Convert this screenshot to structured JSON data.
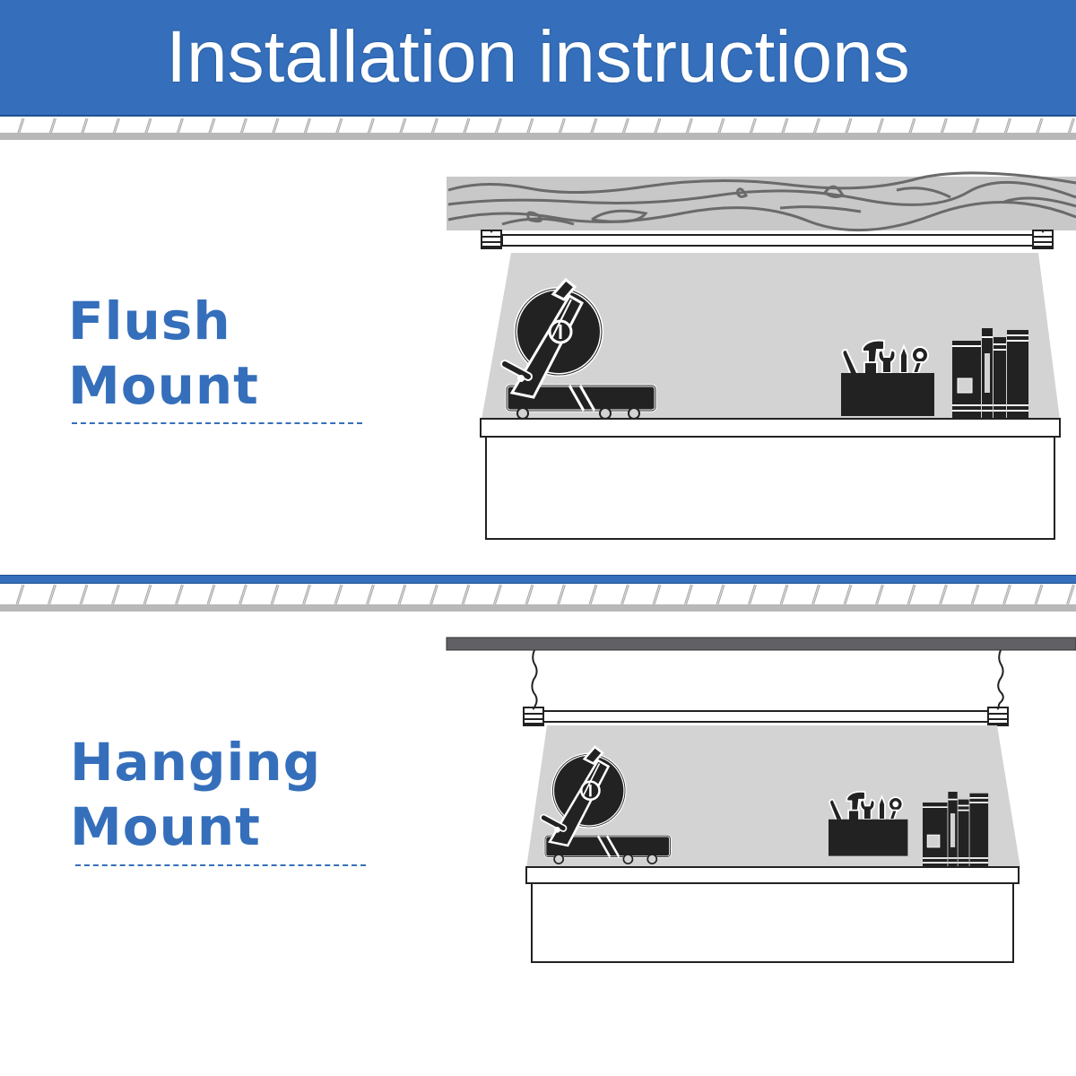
{
  "header": {
    "title": "Installation instructions",
    "bg_color": "#356fbb"
  },
  "sections": [
    {
      "id": "flush",
      "label_line1": "Flush",
      "label_line2": "Mount",
      "ceiling": "wood-beam",
      "items": [
        "miter-saw",
        "tool-cup",
        "books"
      ]
    },
    {
      "id": "hanging",
      "label_line1": "Hanging",
      "label_line2": "Mount",
      "ceiling": "dark-beam-with-chains",
      "items": [
        "miter-saw",
        "tool-cup",
        "books"
      ]
    }
  ],
  "colors": {
    "accent": "#356fbb",
    "light_cone": "#d3d3d4",
    "wood": "#c8c8c8",
    "dark_beam": "#616065",
    "icon": "#222222"
  }
}
